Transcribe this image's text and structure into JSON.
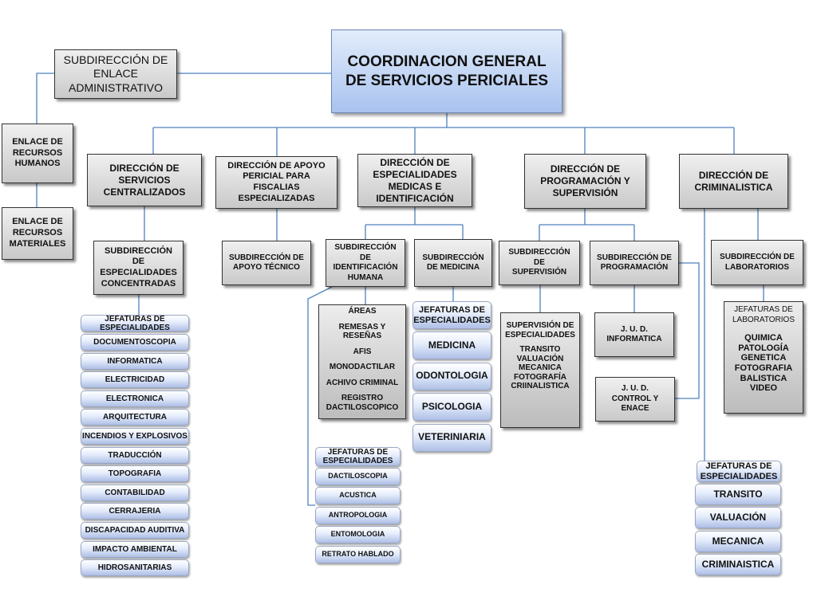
{
  "top": {
    "title": "COORDINACION GENERAL DE SERVICIOS PERICIALES"
  },
  "admin": {
    "label": "SUBDIRECCIÓN DE ENLACE ADMINISTRATIVO",
    "hr": "ENLACE DE RECURSOS HUMANOS",
    "mat": "ENLACE DE RECURSOS MATERIALES"
  },
  "dir1": {
    "label": "DIRECCIÓN DE SERVICIOS CENTRALIZADOS",
    "sub": "SUBDIRECCIÓN DE ESPECIALIDADES CONCENTRADAS",
    "jef_header": "JEFATURAS DE ESPECIALIDADES",
    "jefaturas": [
      "DOCUMENTOSCOPIA",
      "INFORMATICA",
      "ELECTRICIDAD",
      "ELECTRONICA",
      "ARQUITECTURA",
      "INCENDIOS  Y EXPLOSIVOS",
      "TRADUCCIÓN",
      "TOPOGRAFIA",
      "CONTABILIDAD",
      "CERRAJERIA",
      "DISCAPACIDAD AUDITIVA",
      "IMPACTO AMBIENTAL",
      "HIDROSANITARIAS"
    ]
  },
  "dir2": {
    "label": "DIRECCIÓN DE APOYO PERICIAL PARA FISCALIAS ESPECIALIZADAS",
    "sub": "SUBDIRECCIÓN DE APOYO TÉCNICO"
  },
  "dir3": {
    "label": "DIRECCIÓN DE ESPECIALIDADES MEDICAS E IDENTIFICACIÓN",
    "sub_ident": "SUBDIRECCIÓN DE IDENTIFICACIÓN HUMANA",
    "areas": [
      "ÁREAS",
      "REMESAS Y RESEÑAS",
      "AFIS",
      "MONODACTILAR",
      "ACHIVO CRIMINAL",
      "REGISTRO DACTILOSCOPICO"
    ],
    "ident_jef_header": "JEFATURAS DE ESPECIALIDADES",
    "ident_jefaturas": [
      "DACTILOSCOPIA",
      "ACUSTICA",
      "ANTROPOLOGIA",
      "ENTOMOLOGIA",
      "RETRATO HABLADO"
    ],
    "sub_med": "SUBDIRECCIÓN DE MEDICINA",
    "med_jef_header": "JEFATURAS DE ESPECIALIDADES",
    "med_jefaturas": [
      "MEDICINA",
      "ODONTOLOGIA",
      "PSICOLOGIA",
      "VETERINIARIA"
    ]
  },
  "dir4": {
    "label": "DIRECCIÓN DE PROGRAMACIÓN Y SUPERVISIÓN",
    "sub_sup": "SUBDIRECCIÓN DE SUPERVISIÓN",
    "sup_list": [
      "SUPERVISIÓN DE ESPECIALIDADES",
      "TRANSITO",
      "VALUACIÓN",
      "MECANICA",
      "FOTOGRAFÍA",
      "CRIINALISTICA"
    ],
    "sub_prog": "SUBDIRECCIÓN DE PROGRAMACIÓN",
    "jud_inf": "J. U. D. INFORMATICA",
    "jud_ctrl": "J. U. D. CONTROL Y ENACE"
  },
  "dir5": {
    "label": "DIRECCIÓN DE CRIMINALISTICA",
    "sub_lab": "SUBDIRECCIÓN  DE LABORATORIOS",
    "lab_header": "JEFATURAS DE LABORATORIOS",
    "lab_list": [
      "QUIMICA",
      "PATOLOGÍA",
      "GENETICA",
      "FOTOGRAFIA",
      "BALISTICA",
      "VIDEO"
    ],
    "jef_header": "JEFATURAS DE ESPECIALIDADES",
    "jefaturas": [
      "TRANSITO",
      "VALUACIÓN",
      "MECANICA",
      "CRIMINAISTICA"
    ]
  },
  "colors": {
    "connector": "#4f81bd",
    "gray_box": "#d0d0d0",
    "pill": "#c9d8f5",
    "main_box": "#bcd2f5"
  }
}
